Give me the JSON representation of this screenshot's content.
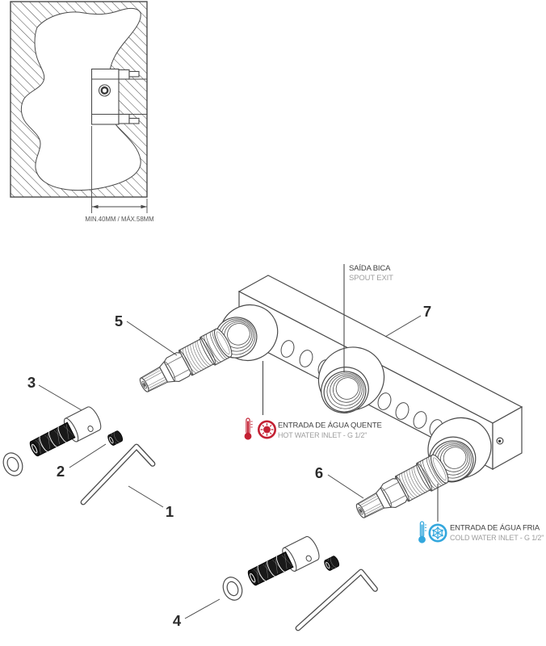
{
  "colors": {
    "line": "#4a4a4a",
    "text_dark": "#3f3f3f",
    "text_light": "#9e9e9e",
    "number": "#2c2c2c",
    "hot": "#c32133",
    "cold": "#33a7dd"
  },
  "wall_section": {
    "dimension_label": "MIN.40MM / MÁX.58MM"
  },
  "part_numbers": [
    "1",
    "2",
    "3",
    "4",
    "5",
    "6",
    "7"
  ],
  "annotations": {
    "spout": {
      "pt": "SAÍDA BICA",
      "en": "SPOUT EXIT"
    },
    "hot": {
      "pt": "ENTRADA DE ÁGUA QUENTE",
      "en": "HOT WATER INLET - G 1/2\""
    },
    "cold": {
      "pt": "ENTRADA DE ÁGUA FRIA",
      "en": "COLD WATER INLET - G 1/2\""
    }
  }
}
